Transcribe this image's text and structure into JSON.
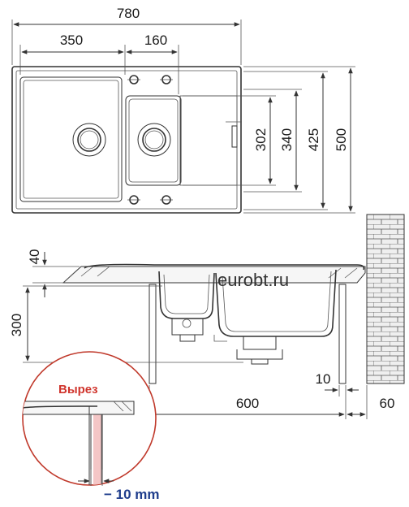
{
  "dimensions": {
    "top_total_width": "780",
    "left_bowl_width": "350",
    "right_bowl_width": "160",
    "height_302": "302",
    "height_340": "340",
    "height_425": "425",
    "height_500": "500",
    "depth_40": "40",
    "depth_300": "300",
    "gap_10": "10",
    "cabinet_600": "600",
    "wall_60": "60"
  },
  "watermark": "eurobt.ru",
  "detail": {
    "label": "Вырез",
    "offset": "− 10 mm"
  },
  "colors": {
    "line": "#333333",
    "label_red": "#d0342c",
    "label_blue": "#1f3d8c",
    "detail_circle": "#c0392b",
    "cut_fill": "#f4c6c6",
    "brick_fill": "#efefef"
  }
}
